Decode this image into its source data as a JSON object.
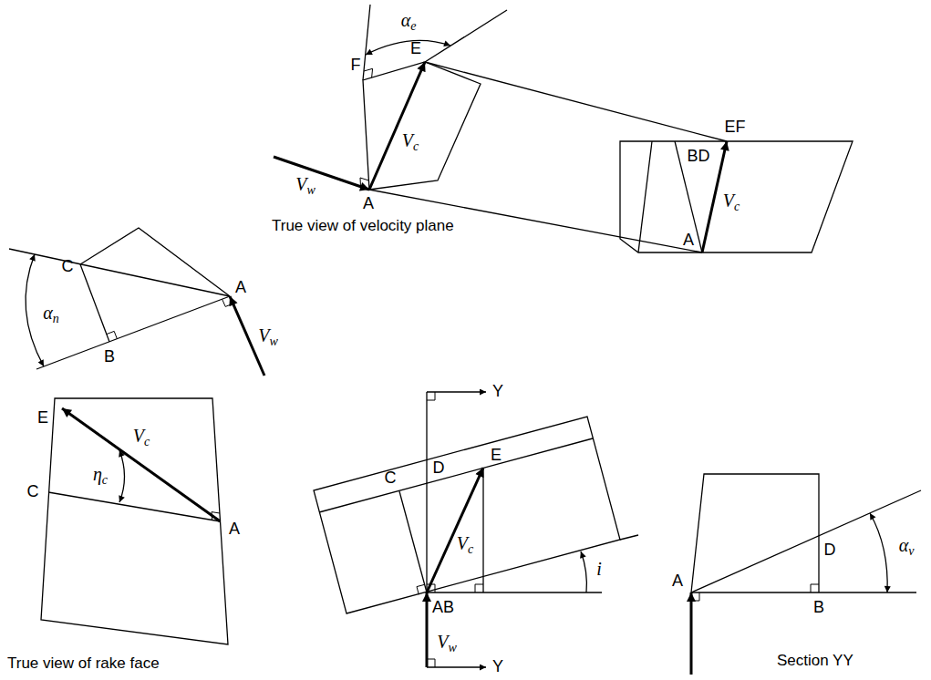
{
  "diagram": {
    "labels": [
      "αe",
      "F",
      "E",
      "Vc",
      "Vw",
      "A",
      "True view of velocity plane",
      "EF",
      "BD",
      "Vc",
      "A",
      "C",
      "A",
      "αn",
      "B",
      "Vw",
      "E",
      "ηc",
      "Vc",
      "C",
      "A",
      "True view of rake face",
      "Y",
      "C",
      "D",
      "E",
      "Vc",
      "AB",
      "i",
      "Vw",
      "Y",
      "D",
      "αv",
      "A",
      "B",
      "Section YY"
    ]
  }
}
